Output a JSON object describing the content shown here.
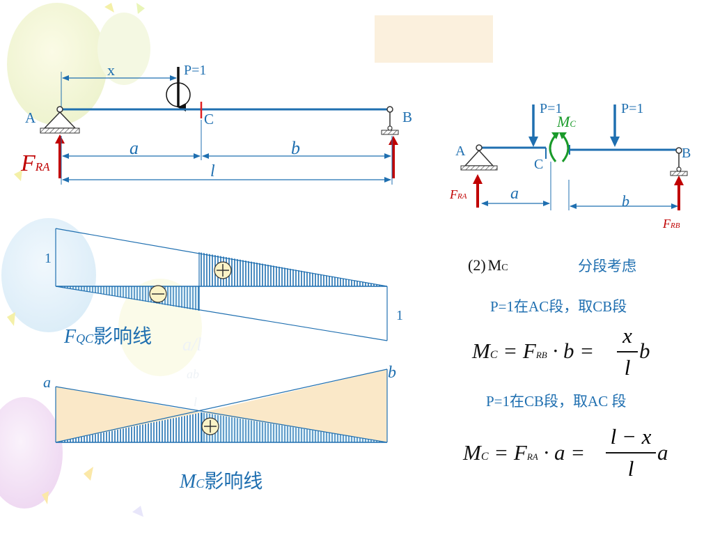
{
  "left_beam": {
    "labels": {
      "x": "x",
      "load": "P=1",
      "support_a": "A",
      "section_c": "C",
      "support_b": "B",
      "reaction_letter": "F",
      "reaction_sub": "RA",
      "dim_a": "a",
      "dim_b": "b",
      "dim_l": "l"
    }
  },
  "right_beam": {
    "labels": {
      "load1": "P=1",
      "load2": "P=1",
      "moment_letter": "M",
      "moment_sub": "C",
      "support_a": "A",
      "section_c": "C",
      "support_b": "B",
      "reaction_a_letter": "F",
      "reaction_a_sub": "RA",
      "reaction_b_letter": "F",
      "reaction_b_sub": "RB",
      "dim_a": "a",
      "dim_b": "b"
    }
  },
  "shear_influence_line": {
    "value_left": "1",
    "value_right": "1",
    "title_letter": "F",
    "title_sub": "QC",
    "title_suffix": "影响线",
    "faint_label": "a/l"
  },
  "moment_influence_line": {
    "end_left": "a",
    "end_right": "b",
    "faint_num": "ab",
    "faint_den": "l",
    "title_letter": "M",
    "title_sub": "C",
    "title_suffix": "影响线"
  },
  "text_panel": {
    "heading_num": "(2)",
    "heading_letter": "M",
    "heading_sub": "C",
    "heading_note": "分段考虑",
    "case1": "P=1在AC段，取CB段",
    "case2": "P=1在CB段，取AC 段",
    "eq1": {
      "lhs": "M",
      "lhs_sub": "C",
      "mid": "= F",
      "mid_sub": "RB",
      "mid_rest": "· b =",
      "num": "x",
      "den": "l",
      "tail": "b"
    },
    "eq2": {
      "lhs": "M",
      "lhs_sub": "C",
      "mid": "= F",
      "mid_sub": "RA",
      "mid_rest": "· a =",
      "num": "l − x",
      "den": "l",
      "tail": "a"
    }
  },
  "signs": {
    "minus": "−",
    "plus": "+"
  },
  "colors": {
    "beam": "#1f6fb0",
    "reaction": "#c00000",
    "moment": "#1a9a2a",
    "fill_light": "#fae8c8",
    "hatch": "#1f6fb0",
    "hatch_cyan": "#6fc6de"
  }
}
